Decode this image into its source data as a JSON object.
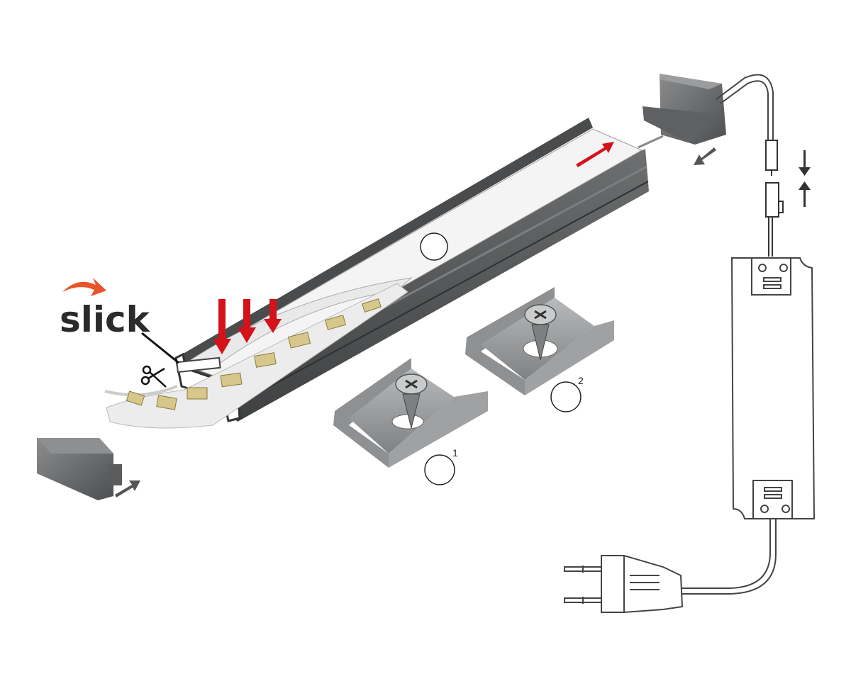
{
  "logo": {
    "text": "slick",
    "accent_color": "#e8552a",
    "text_color": "#2b2b2b"
  },
  "colors": {
    "profile_dark": "#505152",
    "profile_mid": "#6e7071",
    "diffuser": "#f2f2f2",
    "led_chip": "#d8c78a",
    "mount_clip": "#9a9c9e",
    "arrow_red": "#d4121a",
    "arrow_grey": "#555555",
    "line_drawing": "#555555"
  },
  "callouts": {
    "diffuser_circle": "",
    "clip1_number": "1",
    "clip2_number": "2"
  },
  "icons": [
    "scissors-icon",
    "screw-icon",
    "plug-icon",
    "connector-icon",
    "power-supply-icon"
  ]
}
